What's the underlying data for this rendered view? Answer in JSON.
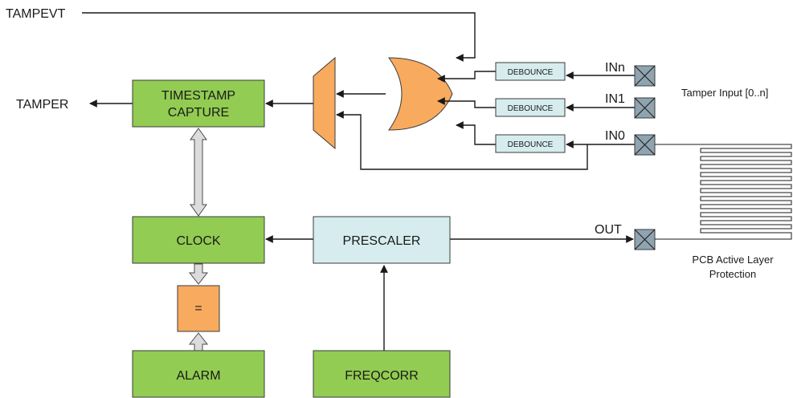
{
  "labels": {
    "tampevt": "TAMPEVT",
    "tamper": "TAMPER",
    "timestamp_line1": "TIMESTAMP",
    "timestamp_line2": "CAPTURE",
    "clock": "CLOCK",
    "prescaler": "PRESCALER",
    "equals": "=",
    "alarm": "ALARM",
    "freqcorr": "FREQCORR",
    "debounce_n": "DEBOUNCE",
    "debounce_1": "DEBOUNCE",
    "debounce_0": "DEBOUNCE",
    "in_n": "INn",
    "in_1": "IN1",
    "in_0": "IN0",
    "out": "OUT",
    "tamper_input": "Tamper Input [0..n]",
    "pcb_line1": "PCB Active Layer",
    "pcb_line2": "Protection"
  },
  "colors": {
    "block_green": "#92cc52",
    "block_cyan": "#d6ecee",
    "block_orange": "#f8aa5e",
    "pad_fill": "#8fa4b0"
  },
  "icons": {
    "pads": "cross-box-pad-icon",
    "or_gate": "or-gate-icon",
    "mux": "multiplexer-icon"
  }
}
